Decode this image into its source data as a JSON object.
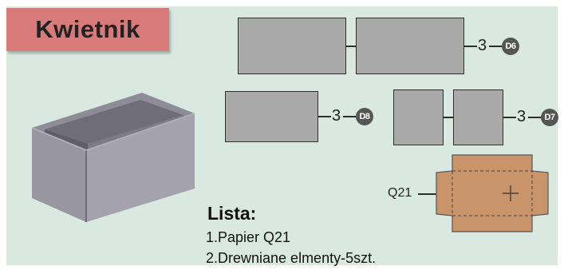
{
  "title": "Kwietnik",
  "pieces": [
    {
      "quantity": "3",
      "code": "D6"
    },
    {
      "quantity": "3",
      "code": "D8"
    },
    {
      "quantity": "3",
      "code": "D7"
    }
  ],
  "paper_label": "Q21",
  "list": {
    "heading": "Lista:",
    "items": [
      "1.Papier Q21",
      "2.Drewniane elmenty-5szt."
    ]
  },
  "colors": {
    "background": "#d9e9e1",
    "title_tab": "#d87a79",
    "wood_panel": "#a9a9a9",
    "paper": "#c9946a",
    "badge": "#555555"
  }
}
